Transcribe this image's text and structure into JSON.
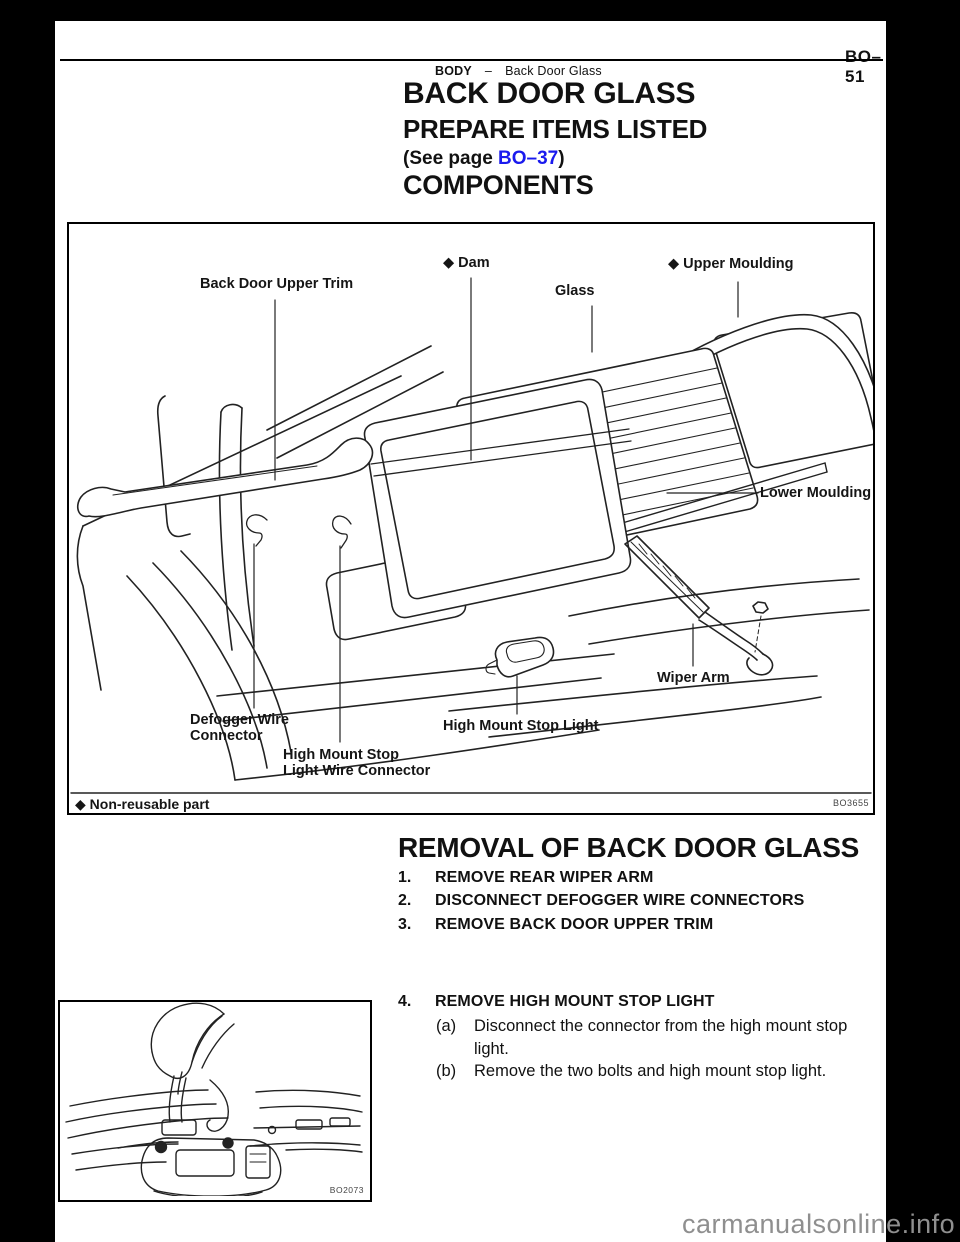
{
  "header": {
    "page_number": "BO–51",
    "section": "BODY",
    "dash": "–",
    "subsection": "Back Door Glass"
  },
  "titles": {
    "main": "BACK DOOR GLASS",
    "prepare": "PREPARE ITEMS LISTED",
    "see_prefix": "(See page ",
    "see_link": "BO–37",
    "see_suffix": ")",
    "components": "COMPONENTS"
  },
  "figure1": {
    "labels": {
      "upper_trim": "Back Door Upper Trim",
      "dam": "◆ Dam",
      "glass": "Glass",
      "upper_moulding": "◆ Upper Moulding",
      "lower_moulding": "Lower Moulding",
      "wiper_arm": "Wiper Arm",
      "high_mount_stop_light": "High Mount Stop Light",
      "defogger_line1": "Defogger Wire",
      "defogger_line2": "Connector",
      "hmsl_wire_line1": "High Mount Stop",
      "hmsl_wire_line2": "Light Wire Connector"
    },
    "legend": "◆ Non-reusable part",
    "code": "BO3655"
  },
  "removal": {
    "heading": "REMOVAL OF BACK DOOR GLASS",
    "steps": [
      {
        "num": "1.",
        "text": "REMOVE REAR WIPER ARM"
      },
      {
        "num": "2.",
        "text": "DISCONNECT DEFOGGER WIRE CONNECTORS"
      },
      {
        "num": "3.",
        "text": "REMOVE BACK DOOR UPPER TRIM"
      },
      {
        "num": "4.",
        "text": "REMOVE HIGH MOUNT STOP LIGHT"
      }
    ],
    "substeps": [
      {
        "marker": "(a)",
        "line1": "Disconnect the connector from the high mount stop",
        "line2": "light."
      },
      {
        "marker": "(b)",
        "line1": "Remove the two bolts and high mount stop light.",
        "line2": ""
      }
    ]
  },
  "figure2": {
    "code": "BO2073"
  },
  "watermark": "carmanualsonline.info",
  "colors": {
    "paper": "#ffffff",
    "ink": "#111111",
    "link": "#1a1aee",
    "watermark": "#8f8f8f",
    "background": "#000000"
  }
}
